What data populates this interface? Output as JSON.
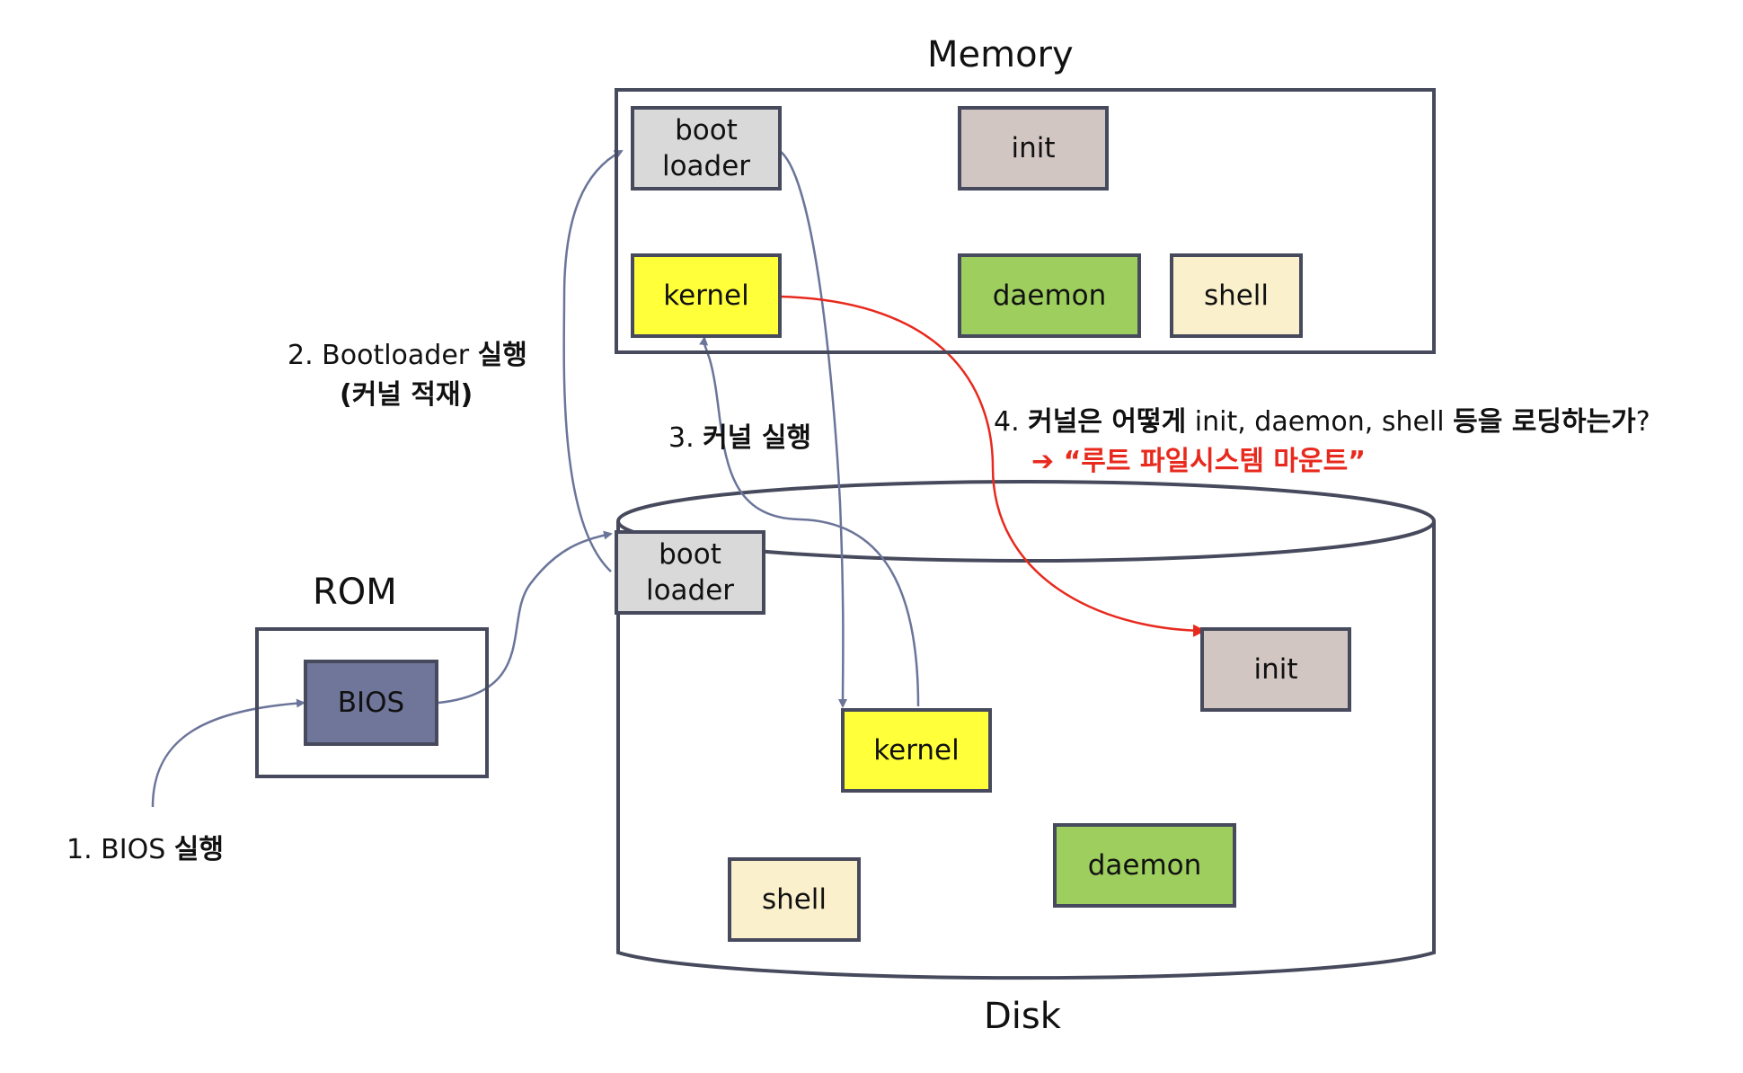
{
  "titles": {
    "memory": "Memory",
    "rom": "ROM",
    "disk": "Disk"
  },
  "memory": {
    "bootloader": "boot\nloader",
    "init": "init",
    "kernel": "kernel",
    "daemon": "daemon",
    "shell": "shell"
  },
  "rom": {
    "bios": "BIOS"
  },
  "disk": {
    "bootloader": "boot\nloader",
    "kernel": "kernel",
    "init": "init",
    "daemon": "daemon",
    "shell": "shell"
  },
  "steps": {
    "step1": {
      "latin": "1. BIOS ",
      "hangul": "실행"
    },
    "step2": {
      "latin": "2. Bootloader ",
      "hangul": "실행",
      "line2": "(커널 적재)"
    },
    "step3": {
      "latin": "3. ",
      "hangul": "커널 실행"
    },
    "step4": {
      "prefix": "4. ",
      "part1": "커널은 어떻게",
      "mid": " init, daemon, shell ",
      "part2": "등을 로딩하는가",
      "end": "?",
      "arrow": "➔",
      "answer": "“루트 파일시스템 마운트”"
    }
  },
  "colors": {
    "bootloader": "#d9d9d9",
    "init": "#d2c6c3",
    "kernel": "#ffff3a",
    "daemon": "#9ecf5e",
    "shell": "#fbf0cc",
    "bios": "#6f7699",
    "arrow": "#6b7599",
    "highlight_arrow": "#e8291d",
    "border": "#474a5c"
  }
}
